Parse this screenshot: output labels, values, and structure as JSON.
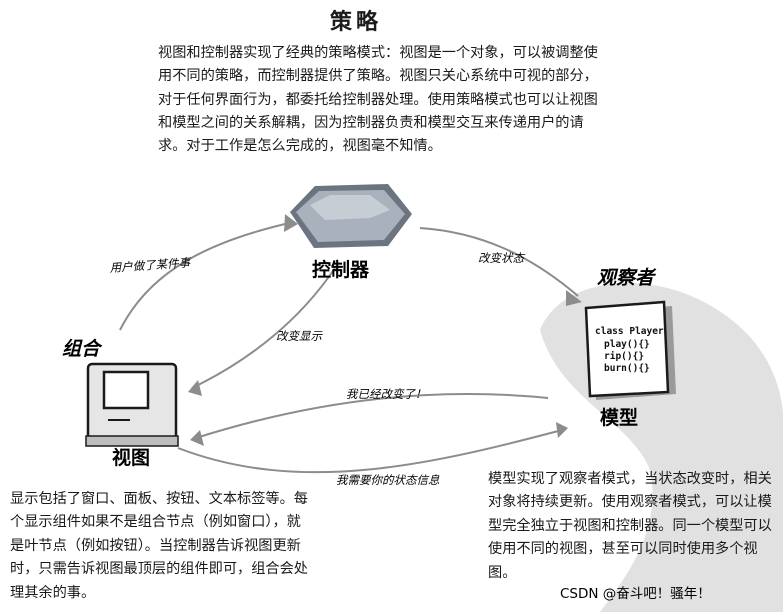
{
  "sections": {
    "strategy": {
      "title": "策略",
      "text": "视图和控制器实现了经典的策略模式：视图是一个对象，可以被调整使用不同的策略，而控制器提供了策略。视图只关心系统中可视的部分，对于任何界面行为，都委托给控制器处理。使用策略模式也可以让视图和模型之间的关系解耦，因为控制器负责和模型交互来传递用户的请求。对于工作是怎么完成的，视图毫不知情。"
    },
    "composite": {
      "title": "组合",
      "text": "显示包括了窗口、面板、按钮、文本标签等。每个显示组件如果不是组合节点（例如窗口），就是叶节点（例如按钮）。当控制器告诉视图更新时，只需告诉视图最顶层的组件即可，组合会处理其余的事。"
    },
    "observer": {
      "title": "观察者",
      "text": "模型实现了观察者模式，当状态改变时，相关对象将持续更新。使用观察者模式，可以让模型完全独立于视图和控制器。同一个模型可以使用不同的视图，甚至可以同时使用多个视图。"
    }
  },
  "nodes": {
    "controller": "控制器",
    "view": "视图",
    "model": "模型"
  },
  "model_code": [
    "class Player",
    "play(){}",
    "rip(){}",
    "burn(){}"
  ],
  "arrows": {
    "view_to_controller": "用户做了某件事",
    "controller_to_model": "改变状态",
    "controller_to_view": "改变显示",
    "model_to_view": "我已经改变了！",
    "view_to_model": "我需要你的状态信息"
  },
  "watermark": "CSDN @奋斗吧！骚年！",
  "colors": {
    "ink": "#1a1a1a",
    "controller_fill": "#9ea7b3",
    "screen_fill": "#ffffff",
    "gray_shadow": "#cfcfcf"
  }
}
